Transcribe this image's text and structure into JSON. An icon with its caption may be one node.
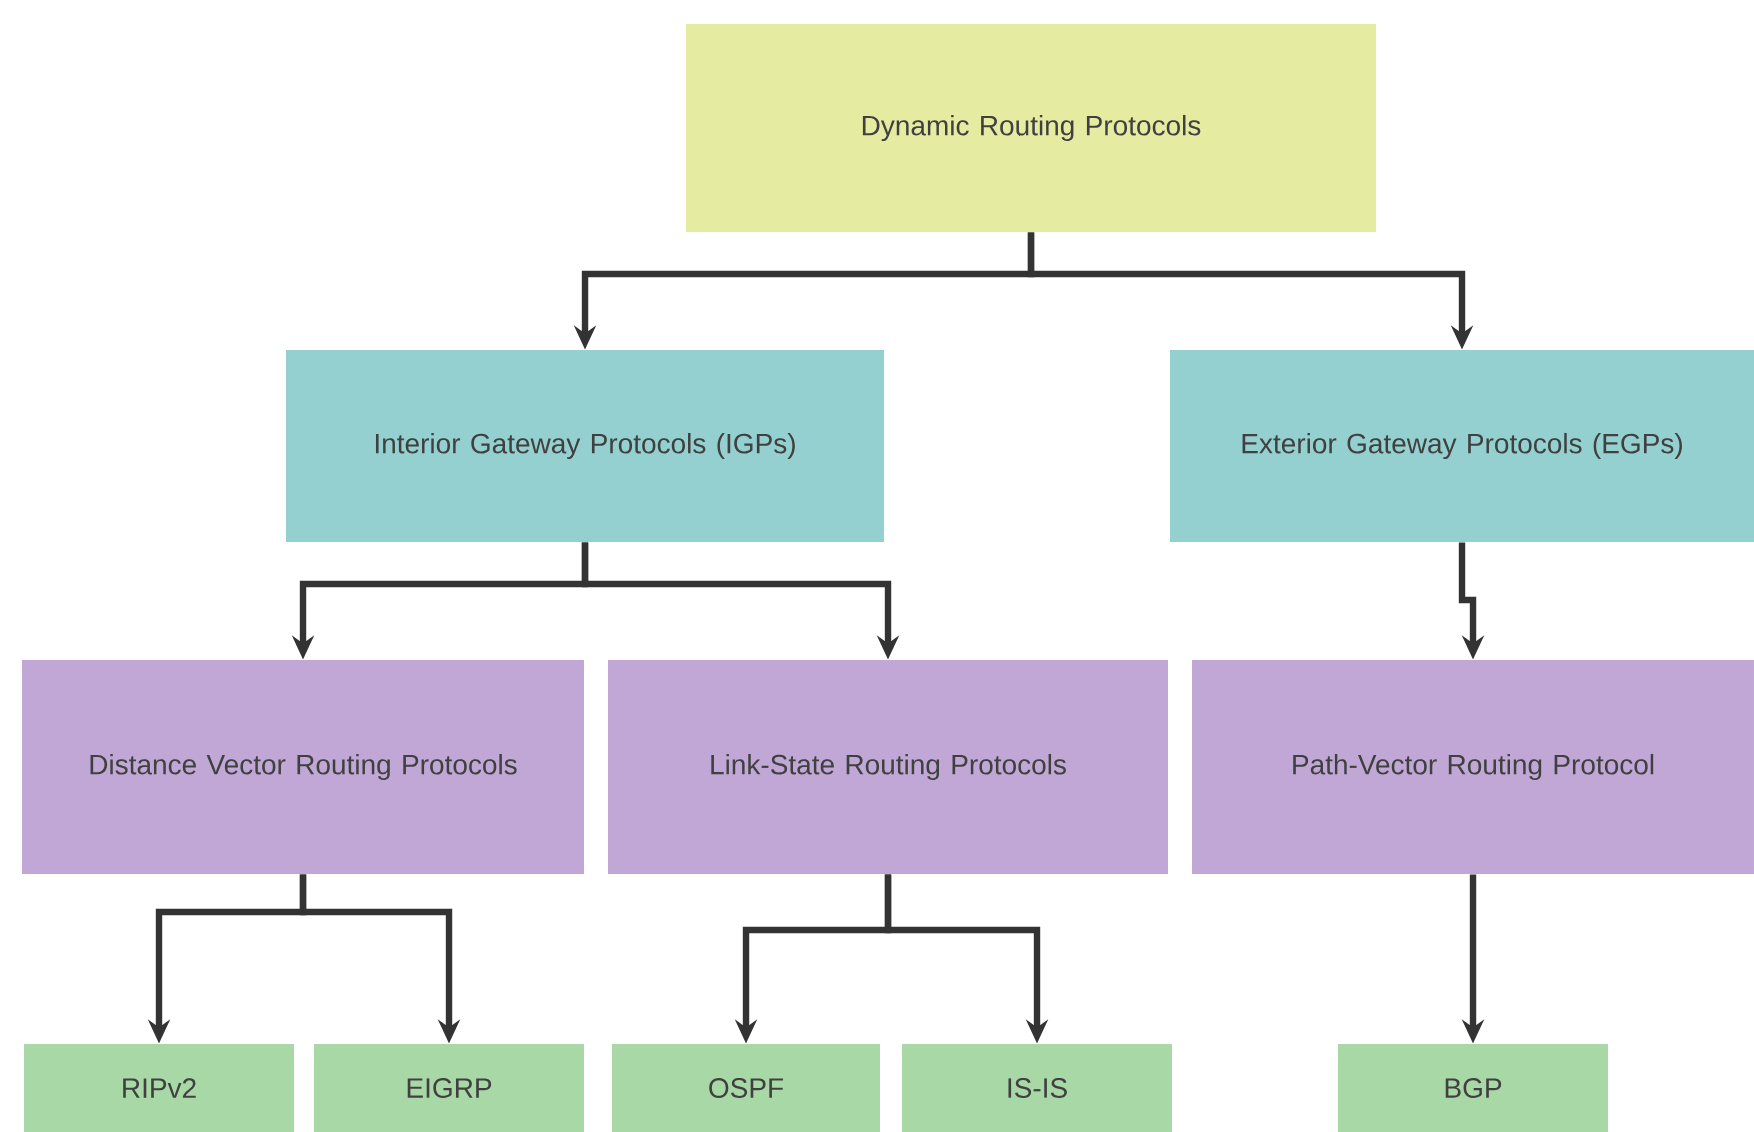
{
  "diagram": {
    "nodes": [
      {
        "text": [
          "Dynamic Routing Protocols"
        ]
      },
      {
        "text": [
          "Interior Gateway Protocols (IGPs)"
        ]
      },
      {
        "text": [
          "Exterior Gateway Protocols (EGPs)"
        ]
      },
      {
        "text": [
          "Distance Vector Routing Protocols"
        ]
      },
      {
        "text": [
          "Link-State Routing Protocols"
        ]
      },
      {
        "text": [
          "Path-Vector Routing Protocol"
        ]
      },
      {
        "text": [
          "RIPv2"
        ]
      },
      {
        "text": [
          "EIGRP"
        ]
      },
      {
        "text": [
          "OSPF"
        ]
      },
      {
        "text": [
          "IS-IS"
        ]
      },
      {
        "text": [
          "BGP"
        ]
      }
    ],
    "edges": [
      {
        "from": 0,
        "to": 1,
        "arrow": "to"
      },
      {
        "from": 0,
        "to": 2,
        "arrow": "to"
      },
      {
        "from": 1,
        "to": 3,
        "arrow": "to"
      },
      {
        "from": 1,
        "to": 4,
        "arrow": "to"
      },
      {
        "from": 2,
        "to": 5,
        "arrow": "to"
      },
      {
        "from": 3,
        "to": 6,
        "arrow": "to"
      },
      {
        "from": 3,
        "to": 7,
        "arrow": "to"
      },
      {
        "from": 4,
        "to": 8,
        "arrow": "to"
      },
      {
        "from": 4,
        "to": 9,
        "arrow": "to"
      },
      {
        "from": 5,
        "to": 10,
        "arrow": "to"
      }
    ]
  }
}
